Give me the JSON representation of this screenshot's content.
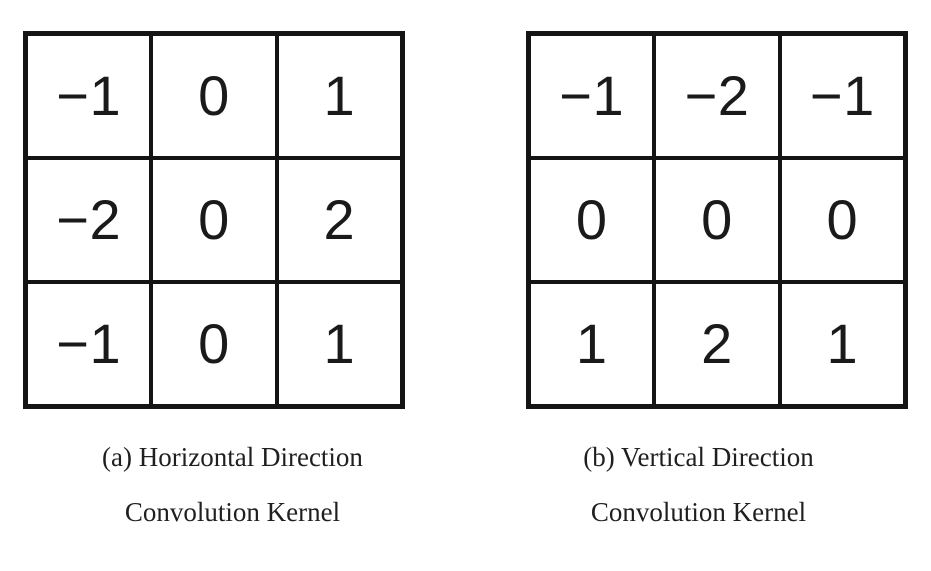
{
  "figure": {
    "background_color": "#ffffff",
    "line_color": "#141414",
    "text_color": "#1a1a1a"
  },
  "chart_data": {
    "type": "table",
    "title": "",
    "panels": [
      {
        "id": "a",
        "caption_line_1": "(a) Horizontal Direction",
        "caption_line_2": "Convolution Kernel",
        "rows": 3,
        "cols": 3,
        "values": [
          [
            "−1",
            "0",
            "1"
          ],
          [
            "−2",
            "0",
            "2"
          ],
          [
            "−1",
            "0",
            "1"
          ]
        ]
      },
      {
        "id": "b",
        "caption_line_1": "(b) Vertical Direction",
        "caption_line_2": "Convolution Kernel",
        "rows": 3,
        "cols": 3,
        "values": [
          [
            "−1",
            "−2",
            "−1"
          ],
          [
            "0",
            "0",
            "0"
          ],
          [
            "1",
            "2",
            "1"
          ]
        ]
      }
    ]
  }
}
